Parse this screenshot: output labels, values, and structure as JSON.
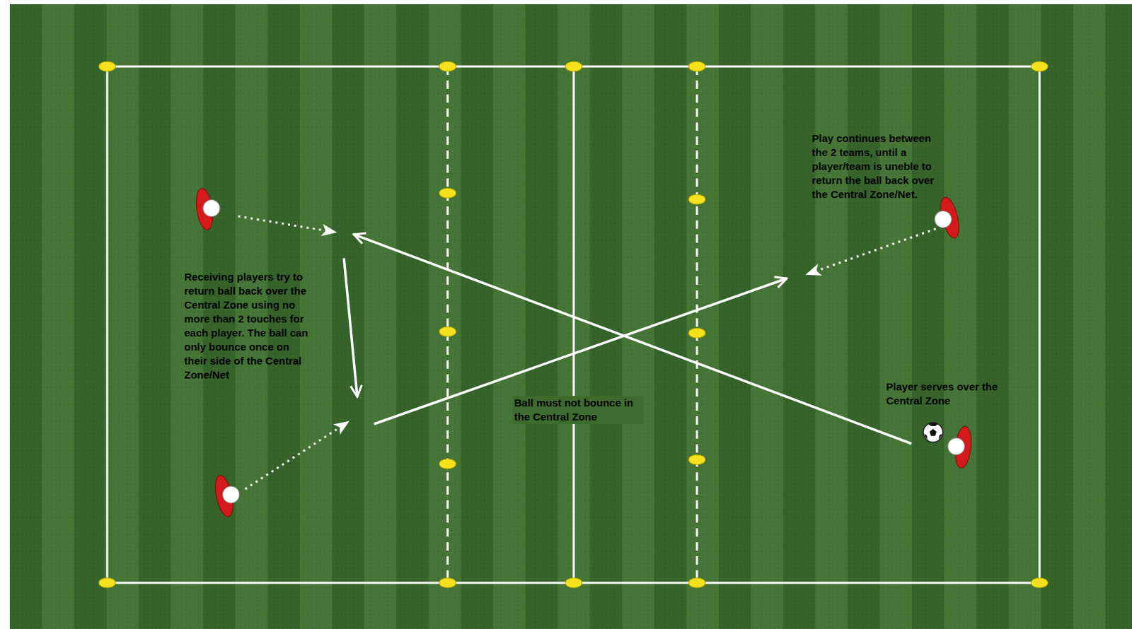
{
  "diagram": {
    "labels": [
      "Play continues between the 2 teams, until a player/team is uneble to return the ball back over the Central Zone/Net.",
      "Receiving players try to return ball back over the Central Zone using no more than 2 touches for each player. The ball can only bounce once on their side of the Central Zone/Net",
      "Ball must not bounce in the Central Zone",
      "Player serves over the Central Zone"
    ]
  }
}
